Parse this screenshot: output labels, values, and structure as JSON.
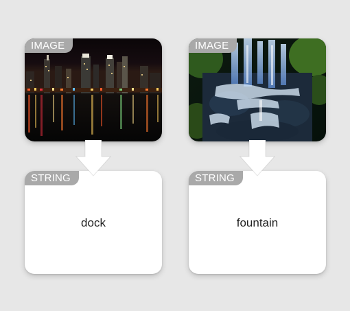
{
  "pairs": [
    {
      "image": {
        "tag": "IMAGE",
        "subject": "night city skyline reflected in water"
      },
      "string": {
        "tag": "STRING",
        "value": "dock"
      }
    },
    {
      "image": {
        "tag": "IMAGE",
        "subject": "waterfall cascading over rocks"
      },
      "string": {
        "tag": "STRING",
        "value": "fountain"
      }
    }
  ],
  "colors": {
    "background": "#e7e7e7",
    "card": "#ffffff",
    "tag": "#a9a9a9",
    "tag_text": "#ffffff",
    "arrow": "#ffffff"
  }
}
